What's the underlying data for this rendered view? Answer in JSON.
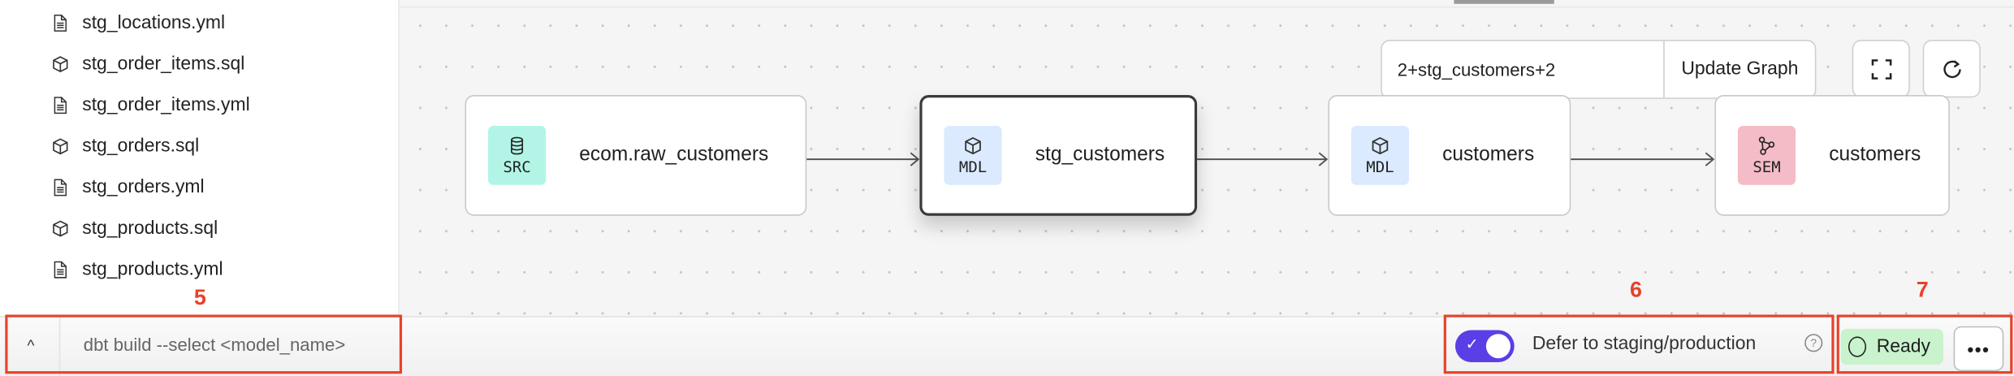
{
  "sidebar": {
    "files": [
      {
        "name": "stg_locations.yml",
        "icon": "file-icon"
      },
      {
        "name": "stg_order_items.sql",
        "icon": "cube-icon"
      },
      {
        "name": "stg_order_items.yml",
        "icon": "file-icon"
      },
      {
        "name": "stg_orders.sql",
        "icon": "cube-icon"
      },
      {
        "name": "stg_orders.yml",
        "icon": "file-icon"
      },
      {
        "name": "stg_products.sql",
        "icon": "cube-icon"
      },
      {
        "name": "stg_products.yml",
        "icon": "file-icon"
      }
    ]
  },
  "graph": {
    "selector_value": "2+stg_customers+2",
    "update_label": "Update Graph",
    "nodes": [
      {
        "badge": "SRC",
        "label": "ecom.raw_customers",
        "color": "#b2f5e6",
        "icon": "database-icon"
      },
      {
        "badge": "MDL",
        "label": "stg_customers",
        "color": "#dbeafe",
        "icon": "cube-icon",
        "selected": true
      },
      {
        "badge": "MDL",
        "label": "customers",
        "color": "#dbeafe",
        "icon": "cube-icon"
      },
      {
        "badge": "SEM",
        "label": "customers",
        "color": "#f4bcc6",
        "icon": "semantic-graph-icon"
      }
    ]
  },
  "bottom": {
    "command_placeholder": "dbt build --select <model_name>",
    "defer_label": "Defer to staging/production",
    "defer_enabled": true,
    "help_glyph": "?",
    "status": "Ready",
    "more_glyph": "•••",
    "accent": "#5a3ee6"
  },
  "annotations": [
    "5",
    "6",
    "7"
  ]
}
